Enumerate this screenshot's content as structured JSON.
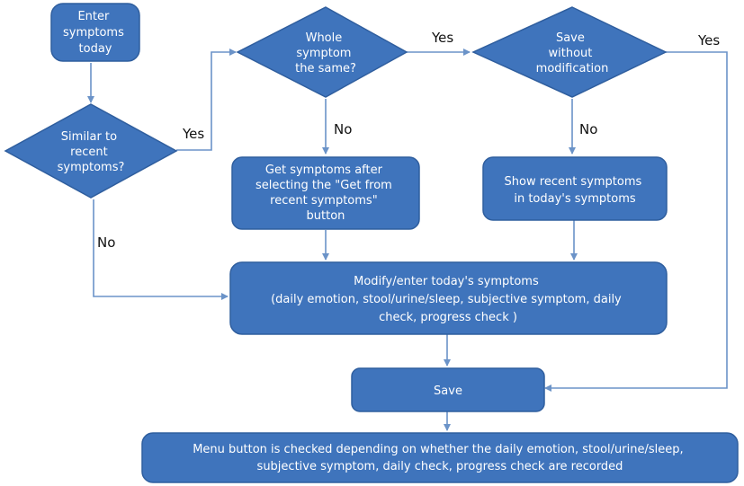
{
  "diagram": {
    "nodes": {
      "enter_symptoms": {
        "lines": [
          "Enter",
          "symptoms",
          "today"
        ]
      },
      "similar_check": {
        "lines": [
          "Similar to",
          "recent",
          "symptoms?"
        ]
      },
      "whole_same": {
        "lines": [
          "Whole",
          "symptom",
          "the same?"
        ]
      },
      "save_without": {
        "lines": [
          "Save",
          "without",
          "modification"
        ]
      },
      "get_symptoms": {
        "lines": [
          "Get symptoms after",
          "selecting the \"Get from",
          "recent symptoms\"",
          "button"
        ]
      },
      "show_recent": {
        "lines": [
          "Show recent symptoms",
          "in today's symptoms"
        ]
      },
      "modify_enter": {
        "lines": [
          "Modify/enter today's symptoms",
          "(daily emotion, stool/urine/sleep, subjective symptom, daily",
          "check, progress check )"
        ]
      },
      "save": {
        "lines": [
          "Save"
        ]
      },
      "menu_button": {
        "lines": [
          "Menu button is checked depending on whether the daily emotion, stool/urine/sleep,",
          "subjective symptom, daily check, progress check are recorded"
        ]
      }
    },
    "edge_labels": {
      "similar_yes": "Yes",
      "similar_no": "No",
      "whole_yes": "Yes",
      "whole_no": "No",
      "save_without_yes": "Yes",
      "save_without_no": "No"
    }
  }
}
